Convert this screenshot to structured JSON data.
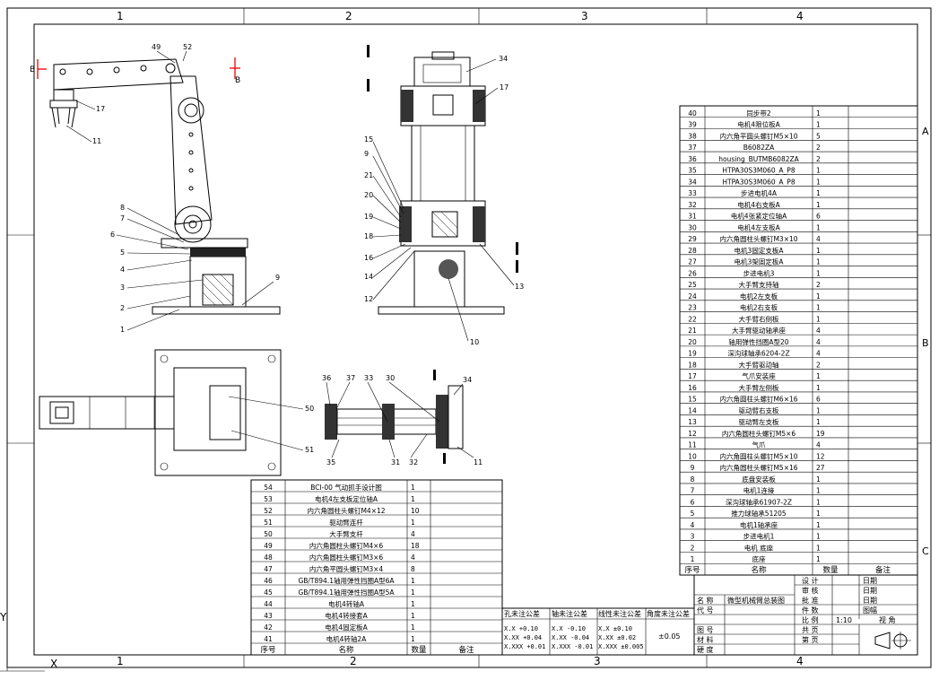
{
  "zones": {
    "columns": [
      "1",
      "2",
      "3",
      "4"
    ],
    "rows": [
      "A",
      "B",
      "C"
    ]
  },
  "view_marks": {
    "left": "B",
    "right": "B"
  },
  "balloons": {
    "side_view": [
      "49",
      "52",
      "17",
      "11",
      "8",
      "7",
      "6",
      "5",
      "4",
      "3",
      "2",
      "1",
      "9"
    ],
    "section_view": [
      "34",
      "17",
      "15",
      "9",
      "21",
      "20",
      "19",
      "18",
      "16",
      "14",
      "12",
      "10",
      "13"
    ],
    "plan_view": [
      "50",
      "51"
    ],
    "detail_view": [
      "36",
      "37",
      "33",
      "30",
      "34",
      "32",
      "31",
      "35",
      "11"
    ]
  },
  "bom_header": {
    "no": "序号",
    "name": "名称",
    "qty": "数量",
    "remark": "备注"
  },
  "bom_right": [
    {
      "no": "40",
      "name": "同步带2",
      "qty": "1",
      "remark": ""
    },
    {
      "no": "39",
      "name": "电机4限位板A",
      "qty": "1",
      "remark": ""
    },
    {
      "no": "38",
      "name": "内六角平圆头螺钉M5×10",
      "qty": "5",
      "remark": ""
    },
    {
      "no": "37",
      "name": "B6082ZA",
      "qty": "2",
      "remark": ""
    },
    {
      "no": "36",
      "name": "housing_BUTMB6082ZA",
      "qty": "2",
      "remark": ""
    },
    {
      "no": "35",
      "name": "HTPA30S3M060_A_P8",
      "qty": "1",
      "remark": ""
    },
    {
      "no": "34",
      "name": "HTPA30S3M060_A_P8",
      "qty": "1",
      "remark": ""
    },
    {
      "no": "33",
      "name": "步进电机4A",
      "qty": "1",
      "remark": ""
    },
    {
      "no": "32",
      "name": "电机4右支板A",
      "qty": "1",
      "remark": ""
    },
    {
      "no": "31",
      "name": "电机4张紧定位轴A",
      "qty": "6",
      "remark": ""
    },
    {
      "no": "30",
      "name": "电机4左支板A",
      "qty": "1",
      "remark": ""
    },
    {
      "no": "29",
      "name": "内六角圆柱头螺钉M3×10",
      "qty": "4",
      "remark": ""
    },
    {
      "no": "28",
      "name": "电机3固定支板A",
      "qty": "1",
      "remark": ""
    },
    {
      "no": "27",
      "name": "电机3架固定板A",
      "qty": "1",
      "remark": ""
    },
    {
      "no": "26",
      "name": "步进电机3",
      "qty": "1",
      "remark": ""
    },
    {
      "no": "25",
      "name": "大手臂支持轴",
      "qty": "2",
      "remark": ""
    },
    {
      "no": "24",
      "name": "电机2左支板",
      "qty": "1",
      "remark": ""
    },
    {
      "no": "23",
      "name": "电机2右支板",
      "qty": "1",
      "remark": ""
    },
    {
      "no": "22",
      "name": "大手臂右侧板",
      "qty": "1",
      "remark": ""
    },
    {
      "no": "21",
      "name": "大手臂驱动轴承座",
      "qty": "4",
      "remark": ""
    },
    {
      "no": "20",
      "name": "轴用弹性挡圈A型20",
      "qty": "4",
      "remark": ""
    },
    {
      "no": "19",
      "name": "深沟球轴承6204-2Z",
      "qty": "4",
      "remark": ""
    },
    {
      "no": "18",
      "name": "大手臂驱动轴",
      "qty": "2",
      "remark": ""
    },
    {
      "no": "17",
      "name": "气爪安装座",
      "qty": "1",
      "remark": ""
    },
    {
      "no": "16",
      "name": "大手臂左侧板",
      "qty": "1",
      "remark": ""
    },
    {
      "no": "15",
      "name": "内六角圆柱头螺钉M6×16",
      "qty": "6",
      "remark": ""
    },
    {
      "no": "14",
      "name": "驱动臂右支板",
      "qty": "1",
      "remark": ""
    },
    {
      "no": "13",
      "name": "驱动臂左支板",
      "qty": "1",
      "remark": ""
    },
    {
      "no": "12",
      "name": "内六角圆柱头螺钉M5×6",
      "qty": "19",
      "remark": ""
    },
    {
      "no": "11",
      "name": "气爪",
      "qty": "4",
      "remark": ""
    },
    {
      "no": "10",
      "name": "内六角圆柱头螺钉M5×10",
      "qty": "12",
      "remark": ""
    },
    {
      "no": "9",
      "name": "内六角圆柱头螺钉M5×16",
      "qty": "27",
      "remark": ""
    },
    {
      "no": "8",
      "name": "底盘安装板",
      "qty": "1",
      "remark": ""
    },
    {
      "no": "7",
      "name": "电机1连接",
      "qty": "1",
      "remark": ""
    },
    {
      "no": "6",
      "name": "深沟球轴承61907-2Z",
      "qty": "1",
      "remark": ""
    },
    {
      "no": "5",
      "name": "推力球轴承51205",
      "qty": "1",
      "remark": ""
    },
    {
      "no": "4",
      "name": "电机1轴承座",
      "qty": "1",
      "remark": ""
    },
    {
      "no": "3",
      "name": "步进电机1",
      "qty": "1",
      "remark": ""
    },
    {
      "no": "2",
      "name": "电机 底座",
      "qty": "1",
      "remark": ""
    },
    {
      "no": "1",
      "name": "底座",
      "qty": "1",
      "remark": ""
    }
  ],
  "bom_left": [
    {
      "no": "54",
      "name": "BCI-00 气动抓手设计图",
      "qty": "1",
      "remark": ""
    },
    {
      "no": "53",
      "name": "电机4左支板定位轴A",
      "qty": "1",
      "remark": ""
    },
    {
      "no": "52",
      "name": "内六角圆柱头螺钉M4×12",
      "qty": "10",
      "remark": ""
    },
    {
      "no": "51",
      "name": "驱动臂连杆",
      "qty": "1",
      "remark": ""
    },
    {
      "no": "50",
      "name": "大手臂支杆",
      "qty": "4",
      "remark": ""
    },
    {
      "no": "49",
      "name": "内六角圆柱头螺钉M4×6",
      "qty": "18",
      "remark": ""
    },
    {
      "no": "48",
      "name": "内六角圆柱头螺钉M3×6",
      "qty": "4",
      "remark": ""
    },
    {
      "no": "47",
      "name": "内六角平圆头螺钉M3×4",
      "qty": "8",
      "remark": ""
    },
    {
      "no": "46",
      "name": "GB/T894.1轴用弹性挡圈A型6A",
      "qty": "1",
      "remark": ""
    },
    {
      "no": "45",
      "name": "GB/T894.1轴用弹性挡圈A型5A",
      "qty": "1",
      "remark": ""
    },
    {
      "no": "44",
      "name": "电机4转轴A",
      "qty": "1",
      "remark": ""
    },
    {
      "no": "43",
      "name": "电机4转接套A",
      "qty": "1",
      "remark": ""
    },
    {
      "no": "42",
      "name": "电机4固定板A",
      "qty": "1",
      "remark": ""
    },
    {
      "no": "41",
      "name": "电机4转轴2A",
      "qty": "1",
      "remark": ""
    }
  ],
  "tolerance": {
    "headers": [
      "孔未注公差",
      "轴未注公差",
      "线性未注公差",
      "角度未注公差"
    ],
    "hole": [
      "X.X   +0.10",
      "X.XX  +0.04",
      "X.XXX +0.01"
    ],
    "shaft": [
      "X.X   -0.10",
      "X.XX  -0.04",
      "X.XXX -0.01"
    ],
    "linear": [
      "X.X   ±0.10",
      "X.XX  ±0.02",
      "X.XXX ±0.005"
    ],
    "angle": "±0.05"
  },
  "title_block": {
    "name_label": "名 称",
    "name_value": "微型机械臂总装图",
    "code_label": "代 号",
    "drawing_label": "图 号",
    "material_label": "材 料",
    "hardness_label": "硬 度",
    "design": "设 计",
    "check": "审 核",
    "approve": "批 准",
    "pieces": "件 数",
    "scale_label": "比 例",
    "scale_value": "1:10",
    "total": "共 页",
    "page": "第 页",
    "date": "日期",
    "sheet_size": "图幅",
    "view_label": "视 角"
  },
  "axis": {
    "x": "X",
    "y": "Y"
  }
}
